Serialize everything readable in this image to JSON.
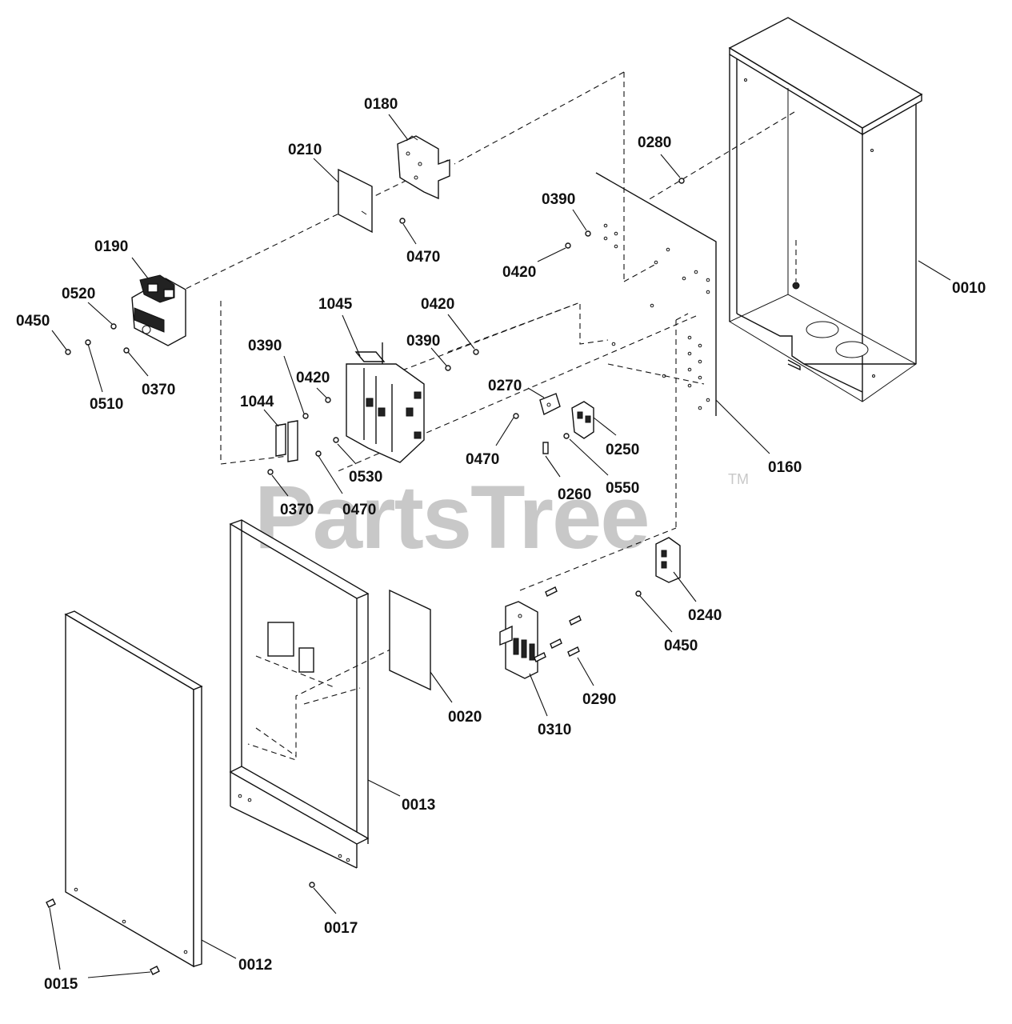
{
  "watermark": {
    "text": "PartsTree",
    "mark": "TM"
  },
  "callouts": {
    "c0010": "0010",
    "c0012": "0012",
    "c0013": "0013",
    "c0015": "0015",
    "c0017": "0017",
    "c0020": "0020",
    "c0160": "0160",
    "c0180": "0180",
    "c0190": "0190",
    "c0210": "0210",
    "c0240": "0240",
    "c0250": "0250",
    "c0260": "0260",
    "c0270": "0270",
    "c0280": "0280",
    "c0290": "0290",
    "c0310": "0310",
    "c0370a": "0370",
    "c0370b": "0370",
    "c0390a": "0390",
    "c0390b": "0390",
    "c0390c": "0390",
    "c0420a": "0420",
    "c0420b": "0420",
    "c0420c": "0420",
    "c0450a": "0450",
    "c0450b": "0450",
    "c0470a": "0470",
    "c0470b": "0470",
    "c0470c": "0470",
    "c0510": "0510",
    "c0520": "0520",
    "c0530": "0530",
    "c0550": "0550",
    "c1044": "1044",
    "c1045": "1045"
  }
}
